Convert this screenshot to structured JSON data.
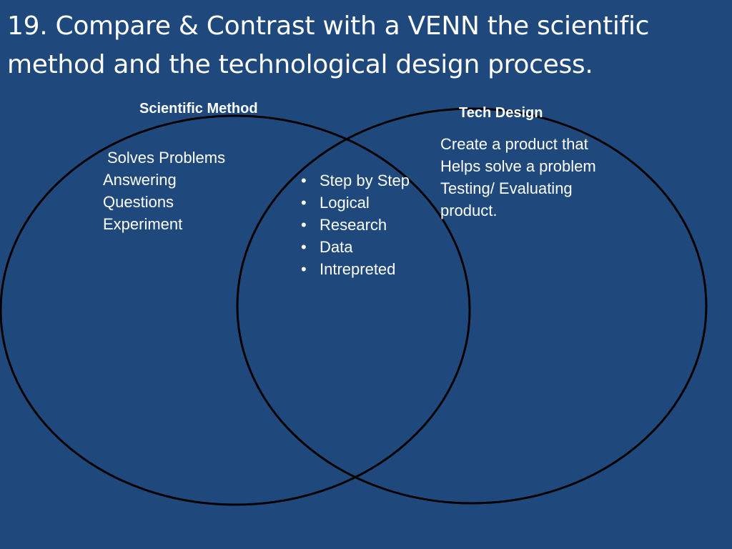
{
  "slide": {
    "title_lines": [
      "19.  Compare & Contrast with a VENN the scientific",
      "method and the technological design process."
    ]
  },
  "venn": {
    "left_label": "Scientific Method",
    "right_label": "Tech Design",
    "left_items": [
      "Solves Problems",
      "Answering",
      "Questions",
      "Experiment"
    ],
    "right_items": [
      "Create a product  that",
      "Helps solve a problem",
      "Testing/ Evaluating",
      "product."
    ],
    "overlap_bullet": "•",
    "overlap_items": [
      "Step by Step",
      "Logical",
      "Research",
      "Data",
      "Intrepreted"
    ]
  },
  "colors": {
    "background": "#1f497d",
    "text": "#ffffff",
    "circle_stroke": "#000000"
  }
}
